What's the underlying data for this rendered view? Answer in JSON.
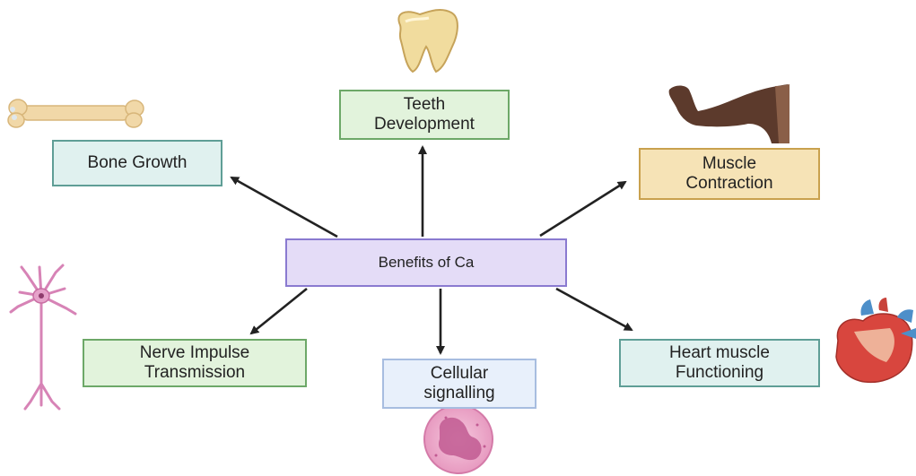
{
  "center_node": {
    "label": "Benefits of Ca"
  },
  "benefits": {
    "teeth": {
      "line1": "Teeth",
      "line2": "Development"
    },
    "bone": {
      "line1": "Bone Growth"
    },
    "muscle": {
      "line1": "Muscle",
      "line2": "Contraction"
    },
    "nerve": {
      "line1": "Nerve Impulse",
      "line2": "Transmission"
    },
    "cell": {
      "line1": "Cellular",
      "line2": "signalling"
    },
    "heart": {
      "line1": "Heart muscle",
      "line2": "Functioning"
    }
  },
  "icons": [
    "tooth-icon",
    "bone-icon",
    "flexed-arm-icon",
    "neuron-icon",
    "cell-icon",
    "heart-icon"
  ],
  "colors": {
    "arrow": "#222222",
    "center_fill": "#e4dcf7",
    "green_fill": "#e2f3dc",
    "teal_fill": "#e0f1ef",
    "yellow_fill": "#f6e3b6",
    "blue_fill": "#e8f0fb"
  }
}
